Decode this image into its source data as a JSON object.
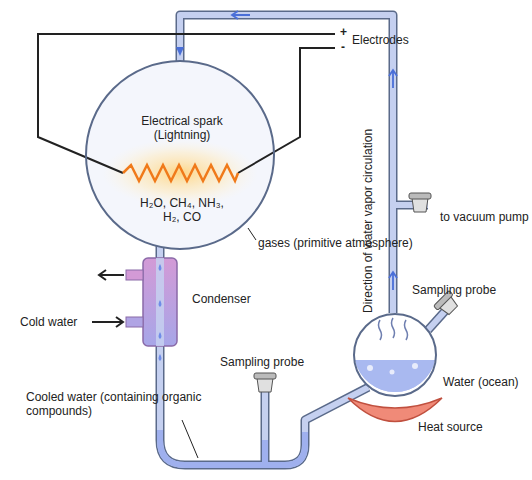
{
  "diagram": {
    "nodes": [
      {
        "text": [
          "Electrical spark (Lightning)",
          "H₂O, CH₄, NH₃, H₂, CO"
        ]
      },
      {
        "text": [
          "Water (ocean)"
        ]
      }
    ],
    "edges": [
      {
        "from": 1,
        "to": 0,
        "arrow": "to"
      },
      {
        "from": 0,
        "to": 1,
        "arrow": "none"
      }
    ],
    "labels": [
      "+",
      "-",
      "Electrodes",
      "gases (primitive atmosphere)",
      "Condenser",
      "Cold water",
      "Cooled water (containing organic compounds)",
      "Sampling probe",
      "Sampling probe",
      "Direction of water vapor circulation",
      "to vacuum pump",
      "Heat source"
    ]
  }
}
